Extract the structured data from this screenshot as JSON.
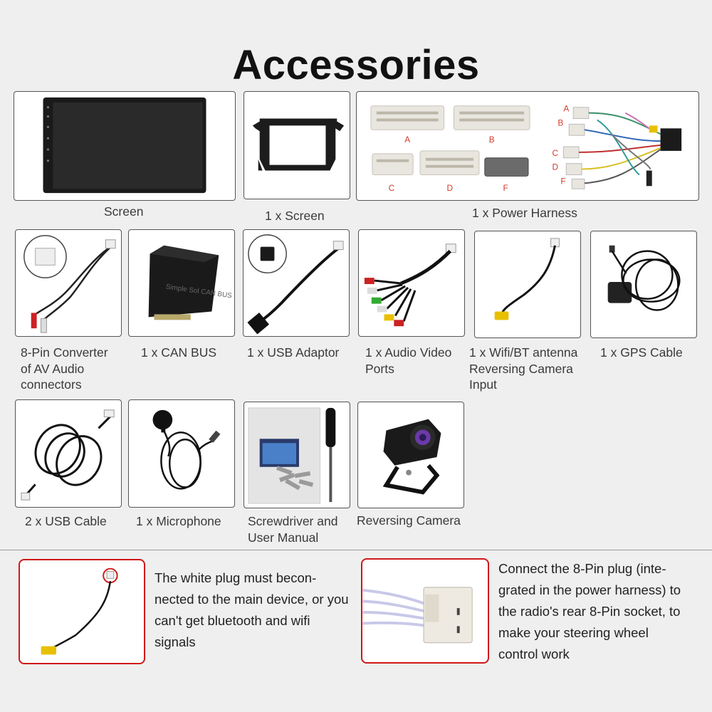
{
  "title": "Accessories",
  "items": [
    {
      "caption": "Screen"
    },
    {
      "caption": "1 x Screen"
    },
    {
      "caption": "1 x Power Harness"
    },
    {
      "caption": "8-Pin Converter of AV Audio connectors"
    },
    {
      "caption": "1 x CAN BUS"
    },
    {
      "caption": "1 x USB Adaptor"
    },
    {
      "caption": "1 x Audio Video Ports"
    },
    {
      "caption": "1 x Wifi/BT antenna Reversing Camera Input"
    },
    {
      "caption": "1 x GPS Cable"
    },
    {
      "caption": "2 x USB Cable"
    },
    {
      "caption": "1 x Microphone"
    },
    {
      "caption": "Screwdriver and User Manual"
    },
    {
      "caption": "Reversing Camera"
    }
  ],
  "harness": {
    "connectors_left": [
      "A",
      "B",
      "C",
      "D",
      "F"
    ],
    "connectors_right": [
      "A",
      "B",
      "C",
      "D",
      "F"
    ]
  },
  "can_bus_label": "Simple Sol CAN BUS",
  "notes": [
    {
      "text": "The white plug must becon-nected to the main device, or you can't get bluetooth and wifi signals"
    },
    {
      "text": "Connect the 8-Pin plug (inte-grated in the power harness) to the radio's rear 8-Pin socket, to make your steering wheel control work"
    }
  ],
  "colors": {
    "note_border": "#d01818",
    "connector_label": "#d43a2a"
  }
}
